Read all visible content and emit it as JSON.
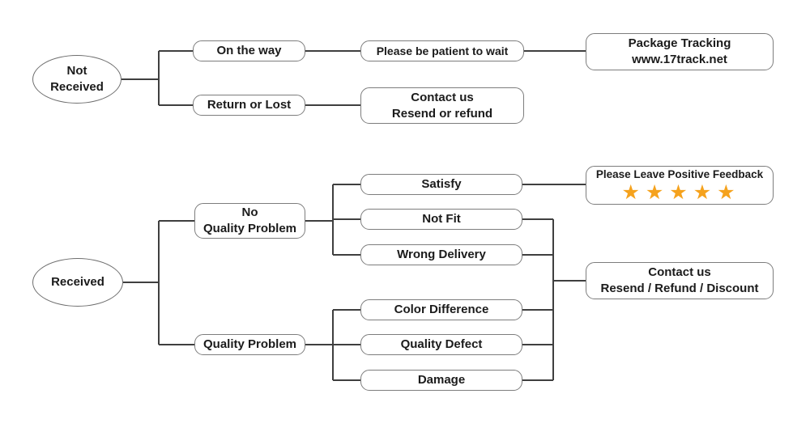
{
  "colors": {
    "line_color": "#3f3f3f",
    "box_border": "#7d7d7d",
    "text_color": "#1b1b1b",
    "star_color": "#f5a21d",
    "bg": "#ffffff"
  },
  "nodes": {
    "not_received": {
      "line1": "Not",
      "line2": "Received"
    },
    "on_the_way": {
      "label": "On the way"
    },
    "please_wait": {
      "label": "Please be patient to wait"
    },
    "package_tracking": {
      "line1": "Package Tracking",
      "line2": "www.17track.net"
    },
    "return_or_lost": {
      "label": "Return or Lost"
    },
    "contact_resend_refund": {
      "line1": "Contact us",
      "line2": "Resend or refund"
    },
    "received": {
      "label": "Received"
    },
    "no_quality_problem": {
      "line1": "No",
      "line2": "Quality Problem"
    },
    "quality_problem": {
      "label": "Quality Problem"
    },
    "satisfy": {
      "label": "Satisfy"
    },
    "not_fit": {
      "label": "Not Fit"
    },
    "wrong_delivery": {
      "label": "Wrong Delivery"
    },
    "color_difference": {
      "label": "Color Difference"
    },
    "quality_defect": {
      "label": "Quality Defect"
    },
    "damage": {
      "label": "Damage"
    },
    "positive_feedback": {
      "title": "Please Leave Positive Feedback",
      "stars": "★★★★★",
      "star_count": 5
    },
    "contact_resend_refund_discount": {
      "line1": "Contact us",
      "line2": "Resend / Refund / Discount"
    }
  }
}
